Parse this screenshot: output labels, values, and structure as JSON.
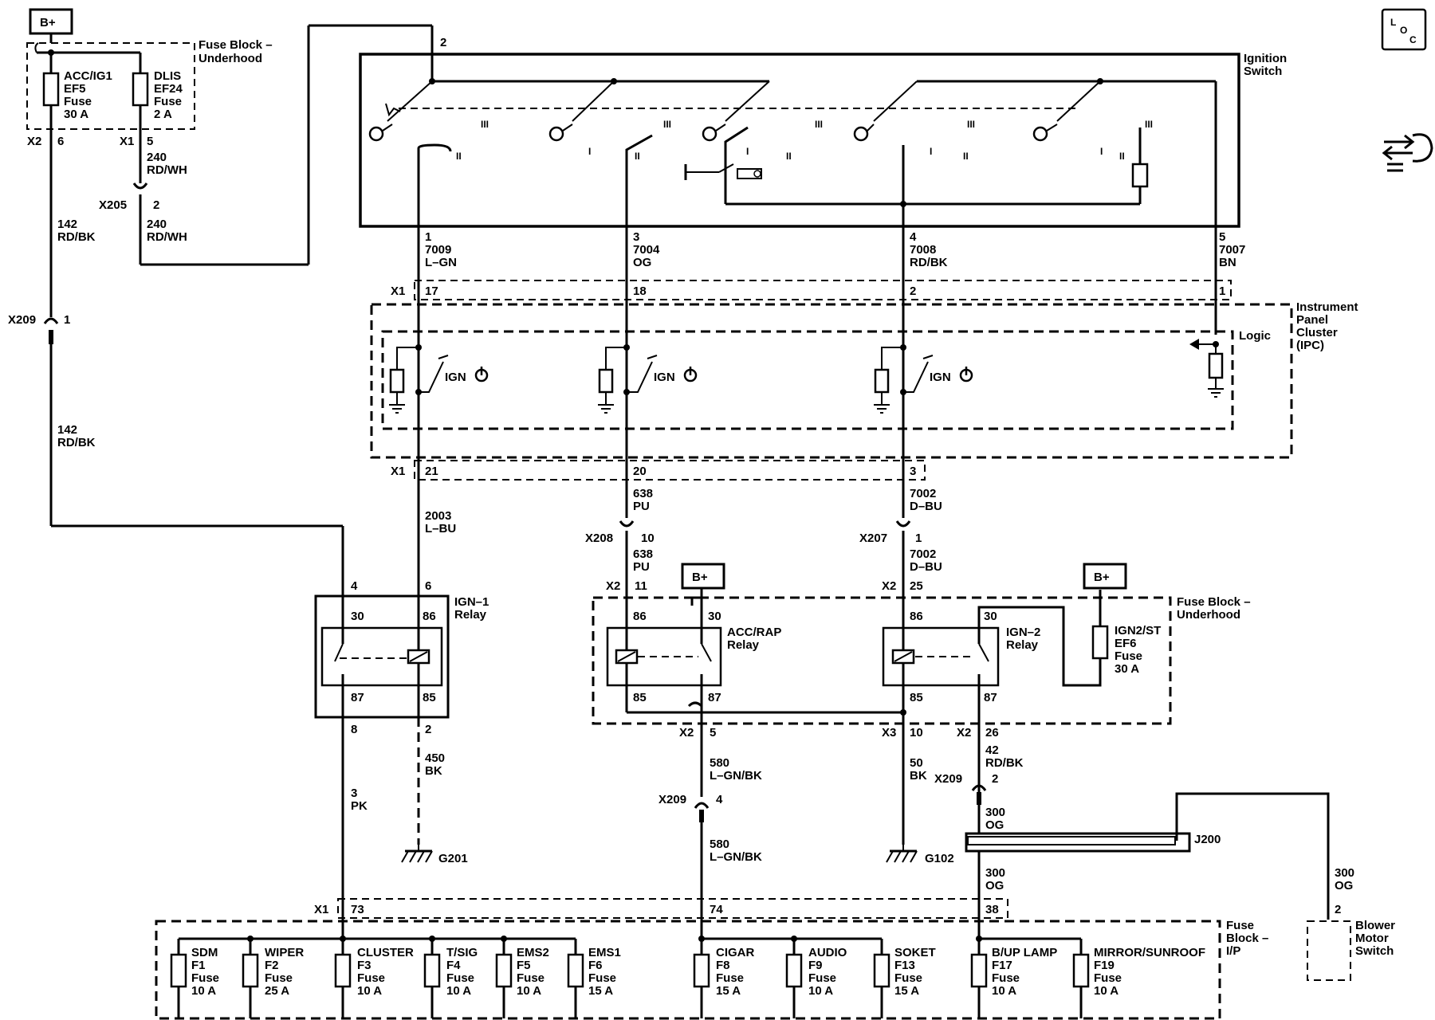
{
  "supply_labels": {
    "bplus_top": "B+",
    "bplus_acc": "B+",
    "bplus_ign2": "B+"
  },
  "loc_box": {
    "l": "L",
    "o": "O",
    "c": "C"
  },
  "fuse_block_underhood": {
    "title_1": "Fuse Block –",
    "title_2": "Underhood",
    "ef5": [
      "ACC/IG1",
      "EF5",
      "Fuse",
      "30 A"
    ],
    "ef24": [
      "DLIS",
      "EF24",
      "Fuse",
      "2 A"
    ],
    "conn_x2": "X2",
    "pin_6": "6",
    "conn_x1": "X1",
    "pin_5": "5"
  },
  "left_wires": {
    "w240_a": [
      "240",
      "RD/WH"
    ],
    "x205": "X205",
    "x205_pin": "2",
    "w240_b": [
      "240",
      "RD/WH"
    ],
    "w142_a": [
      "142",
      "RD/BK"
    ],
    "x209": "X209",
    "x209_pin": "1",
    "w142_b": [
      "142",
      "RD/BK"
    ],
    "top_pin": "2"
  },
  "ignition_switch": {
    "title_1": "Ignition",
    "title_2": "Switch",
    "pos_i": "I",
    "pos_ii": "II",
    "pos_iii": "III",
    "pins": [
      "1",
      "3",
      "4",
      "5"
    ],
    "wires": [
      {
        "circuit": "7009",
        "color": "L–GN"
      },
      {
        "circuit": "7004",
        "color": "OG"
      },
      {
        "circuit": "7008",
        "color": "RD/BK"
      },
      {
        "circuit": "7007",
        "color": "BN"
      }
    ]
  },
  "ipc": {
    "title": [
      "Instrument",
      "Panel",
      "Cluster",
      "(IPC)"
    ],
    "logic": "Logic",
    "x1_top": "X1",
    "top_pins": [
      "17",
      "18",
      "2",
      "1"
    ],
    "ign_label": "IGN",
    "x1_bottom": "X1",
    "bottom_pins": [
      "21",
      "20",
      "3"
    ]
  },
  "ign1_relay": {
    "title": [
      "IGN–1",
      "Relay"
    ],
    "pin_4": "4",
    "pin_6": "6",
    "t30": "30",
    "t86": "86",
    "t87": "87",
    "t85": "85",
    "pin_8": "8",
    "pin_2": "2",
    "w2003": [
      "2003",
      "L–BU"
    ],
    "w450": [
      "450",
      "BK"
    ],
    "w3": [
      "3",
      "PK"
    ],
    "ground": "G201"
  },
  "acc_relay": {
    "title": [
      "ACC/RAP",
      "Relay"
    ],
    "w638_a": [
      "638",
      "PU"
    ],
    "x208": "X208",
    "x208_pin": "10",
    "w638_b": [
      "638",
      "PU"
    ],
    "x2": "X2",
    "pin_11": "11",
    "t86": "86",
    "t30": "30",
    "t85": "85",
    "t87": "87",
    "x2_b": "X2",
    "pin_5": "5",
    "w580_a": [
      "580",
      "L–GN/BK"
    ],
    "x209": "X209",
    "x209_pin": "4",
    "w580_b": [
      "580",
      "L–GN/BK"
    ]
  },
  "ign2_relay": {
    "title": [
      "IGN–2",
      "Relay"
    ],
    "w7002_a": [
      "7002",
      "D–BU"
    ],
    "x207": "X207",
    "x207_pin": "1",
    "w7002_b": [
      "7002",
      "D–BU"
    ],
    "x2": "X2",
    "pin_25": "25",
    "t86": "86",
    "t30": "30",
    "t85": "85",
    "t87": "87",
    "ef6": [
      "IGN2/ST",
      "EF6",
      "Fuse",
      "30 A"
    ],
    "fb_title": [
      "Fuse Block –",
      "Underhood"
    ],
    "x3": "X3",
    "pin_10": "10",
    "x2_b": "X2",
    "pin_26": "26",
    "w50": [
      "50",
      "BK"
    ],
    "ground": "G102",
    "w42": [
      "42",
      "RD/BK"
    ],
    "x209": "X209",
    "x209_pin": "2",
    "w300_a": [
      "300",
      "OG"
    ],
    "splice": "J200",
    "w300_b": [
      "300",
      "OG"
    ],
    "w300_c": [
      "300",
      "OG"
    ]
  },
  "blower": {
    "pin": "2",
    "title": [
      "Blower",
      "Motor",
      "Switch"
    ]
  },
  "fuse_block_ip": {
    "title": [
      "Fuse",
      "Block –",
      "I/P"
    ],
    "x1": "X1",
    "pin_73": "73",
    "pin_74": "74",
    "pin_38": "38",
    "fuses": [
      [
        "SDM",
        "F1",
        "Fuse",
        "10 A"
      ],
      [
        "WIPER",
        "F2",
        "Fuse",
        "25 A"
      ],
      [
        "CLUSTER",
        "F3",
        "Fuse",
        "10 A"
      ],
      [
        "T/SIG",
        "F4",
        "Fuse",
        "10 A"
      ],
      [
        "EMS2",
        "F5",
        "Fuse",
        "10 A"
      ],
      [
        "EMS1",
        "F6",
        "Fuse",
        "15 A"
      ],
      [
        "CIGAR",
        "F8",
        "Fuse",
        "15 A"
      ],
      [
        "AUDIO",
        "F9",
        "Fuse",
        "10 A"
      ],
      [
        "SOKET",
        "F13",
        "Fuse",
        "15 A"
      ],
      [
        "B/UP LAMP",
        "F17",
        "Fuse",
        "10 A"
      ],
      [
        "MIRROR/SUNROOF",
        "F19",
        "Fuse",
        "10 A"
      ]
    ]
  }
}
